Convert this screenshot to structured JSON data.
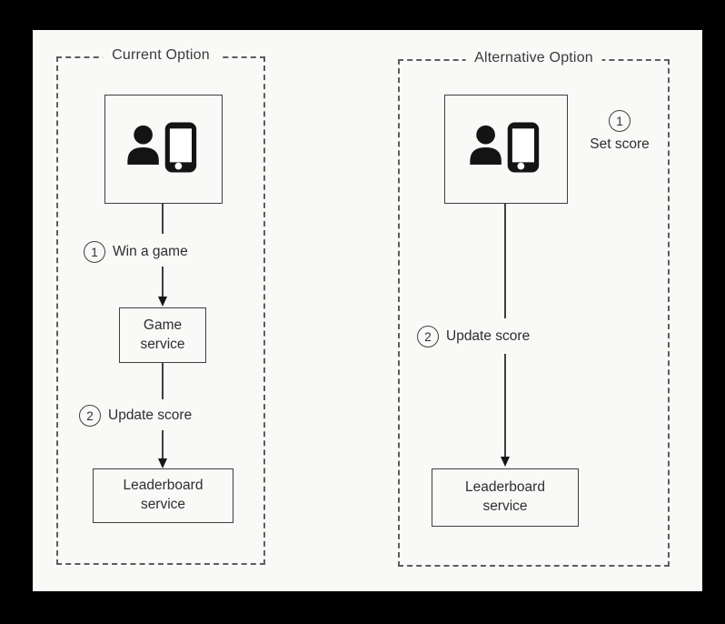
{
  "window": {
    "background_color": "#000000",
    "paper_color": "#f9f9f8",
    "ink_color": "#3f3f3f",
    "icon_color": "#141414"
  },
  "panels": [
    {
      "title": "Current Option",
      "actor_icon": "user-with-phone-icon",
      "steps": [
        {
          "number": "1",
          "label": "Win a game"
        },
        {
          "number": "2",
          "label": "Update score"
        }
      ],
      "nodes": [
        {
          "line1": "Game",
          "line2": "service"
        },
        {
          "line1": "Leaderboard",
          "line2": "service"
        }
      ]
    },
    {
      "title": "Alternative Option",
      "actor_icon": "user-with-phone-icon",
      "steps": [
        {
          "number": "1",
          "label": "Set score"
        },
        {
          "number": "2",
          "label": "Update score"
        }
      ],
      "nodes": [
        {
          "line1": "Leaderboard",
          "line2": "service"
        }
      ]
    }
  ]
}
